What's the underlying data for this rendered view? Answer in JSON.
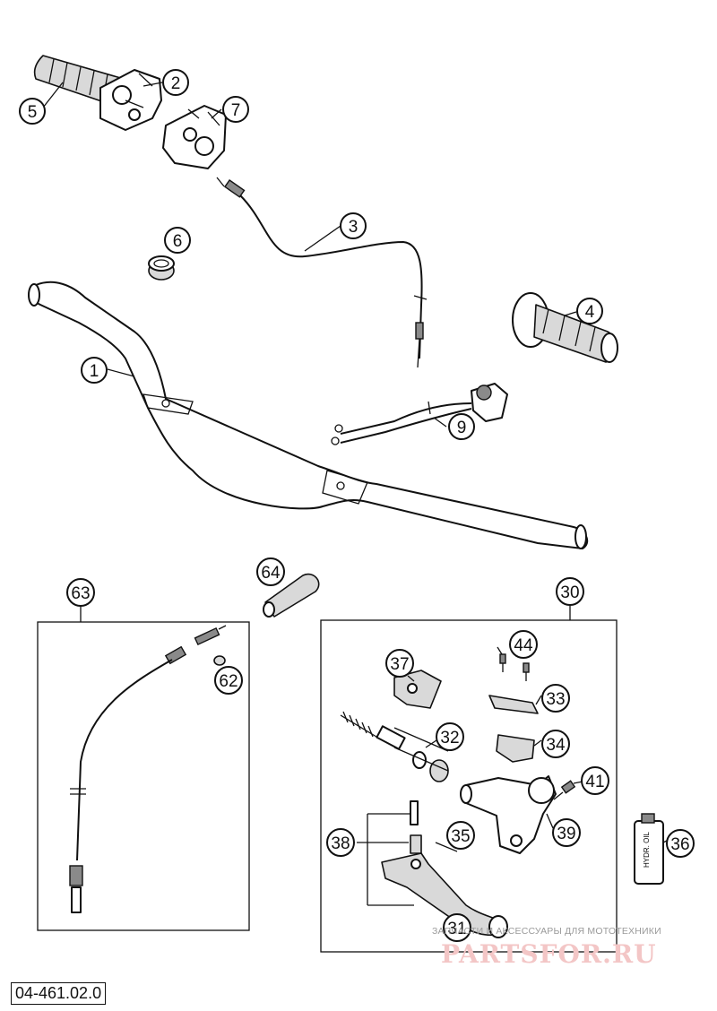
{
  "document_id": "04-461.02.0",
  "watermark": {
    "line1": "ЗАПЧАСТИ И АКСЕССУАРЫ ДЛЯ МОТОТЕХНИКИ",
    "line2": "PARTSFOR.RU"
  },
  "callouts": [
    {
      "id": "c1",
      "label": "1"
    },
    {
      "id": "c2",
      "label": "2"
    },
    {
      "id": "c3",
      "label": "3"
    },
    {
      "id": "c4",
      "label": "4"
    },
    {
      "id": "c5",
      "label": "5"
    },
    {
      "id": "c6",
      "label": "6"
    },
    {
      "id": "c7",
      "label": "7"
    },
    {
      "id": "c9",
      "label": "9"
    },
    {
      "id": "c30",
      "label": "30"
    },
    {
      "id": "c31",
      "label": "31"
    },
    {
      "id": "c32",
      "label": "32"
    },
    {
      "id": "c33",
      "label": "33"
    },
    {
      "id": "c34",
      "label": "34"
    },
    {
      "id": "c35",
      "label": "35"
    },
    {
      "id": "c36",
      "label": "36"
    },
    {
      "id": "c37",
      "label": "37"
    },
    {
      "id": "c38",
      "label": "38"
    },
    {
      "id": "c39",
      "label": "39"
    },
    {
      "id": "c41",
      "label": "41"
    },
    {
      "id": "c44",
      "label": "44"
    },
    {
      "id": "c62",
      "label": "62"
    },
    {
      "id": "c63",
      "label": "63"
    },
    {
      "id": "c64",
      "label": "64"
    }
  ],
  "oil_bottle_text": "HYDR. OIL"
}
